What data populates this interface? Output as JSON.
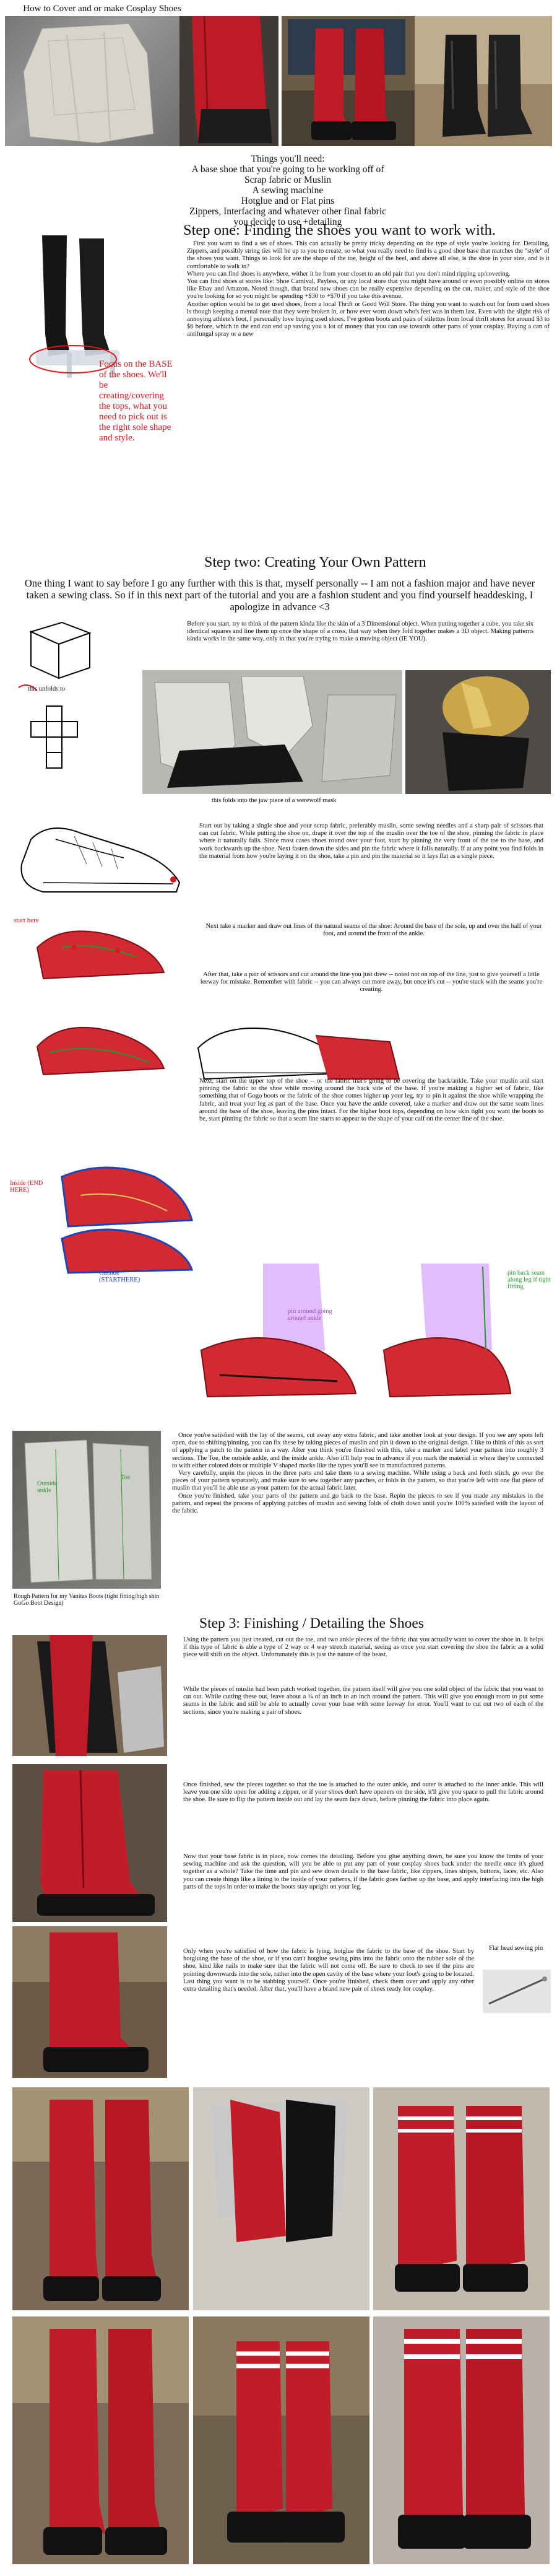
{
  "title": "How to Cover and or make Cosplay Shoes",
  "things_needed": {
    "heading": "Things you'll need:",
    "items": [
      "A base shoe that you're going to be working off of",
      "Scrap fabric or Muslin",
      "A sewing machine",
      "Hotglue and or Flat pins",
      "Zippers, Interfacing and whatever other final fabric you decide to use +detailing"
    ]
  },
  "step1": {
    "heading": "Step one: Finding the shoes you want to work with.",
    "focus_note": "Focus on the BASE of the shoes. We'll be creating/covering the tops, what you need to pick out is the right sole shape and style.",
    "paragraphs": [
      "First you want to find a set of shoes. This can actually be pretty tricky depending on the type of style you're looking for. Detailing, Zippers, and possibly string ties will be up to you to create, so what you really need to find is a good shoe base that matches the \"style\" of the shoes you want. Things to look for are the shape of the toe, height of the heel, and above all else, is the shoe in your size, and is it comfortable to walk in?",
      "Where you can find shoes is anywhere, wither it be from your closet to an old pair that you don't mind ripping up/covering.",
      "You can find shoes at stores like: Shoe Carnival, Payless, or any local store that you might have around or even possibly online on stores like Ebay and Amazon. Noted though, that brand new shoes can be really expensive depending on the cut, maker, and style of the shoe you're looking for so you might be spending +$30 to +$70 if you take this avenue.",
      "Another option would be to get used shoes, from a local Thrift or Good Will Store. The thing you want to watch out for from used shoes is though keeping a mental note that they were broken in, or how ever worn down who's feet was in them last. Even with the slight risk of annoying athlete's foot, I personally love buying used shoes. I've gotten boots and pairs of stilettos from local thrift stores for around $3 to $6 before, which in the end can end up saving you a lot of money that you can use towards other parts of your cosplay. Buying a can of antifungal spray or a new"
    ]
  },
  "step2": {
    "heading": "Step two: Creating Your Own Pattern",
    "intro": "One thing I want to say before I go any further with this is that, myself personally -- I am not a fashion major and have never taken a sewing class. So if in this next part of the tutorial and you are a fashion student and you find yourself headdesking, I apologize in advance <3",
    "cube_caption": "this unfolds to",
    "mask_caption": "this folds into the jaw piece of a werewolf mask",
    "para_cube": "Before you start, try to think of the pattern kinda like the skin of a 3 Dimensional object. When putting together a cube, you take six identical squares and line them up once the shape of a cross, that way when they fold together makes a 3D object. Making patterns kinda works in the same way, only in that you're trying to make a moving object (IE YOU).",
    "para_start": "Start out by taking a single shoe and your scrap fabric, preferably muslin, some sewing needles and a sharp pair of scissors that can cut fabric. While putting the shoe on, drape it over the top of the muslin over the toe of the shoe, pinning the fabric in place where it naturally falls. Since most cases shoes round over your foot, start by pinning the very front of the toe to the base, and work backwards up the shoe. Next fasten down the sides and pin the fabric where it falls naturally. If at any point you find folds in the material from how you're laying it on the shoe, take a pin and pin the material so it lays flat as a single piece.",
    "start_here": "start here",
    "para_marker": "Next take a marker and draw out lines of the natural seams of the shoe: Around the base of the sole, up and over the half of your foot, and around the front of the ankle.",
    "para_cut": "After that, take a pair of scissors and cut around the line you just drew -- noted not on top of the line, just to give yourself a little leeway for mistake. Remember with fabric -- you can always cut more away, but once it's cut -- you're stuck with the seams you're creating.",
    "para_upper": "Next, start on the upper top of the shoe -- or the fabric that's going to be covering the back/ankle. Take your muslin and start pinning the fabric to the shoe while moving around the back side of the base. If you're making a higher set of fabric, like something that of Gogo boots or the fabric of the shoe comes higher up your leg, try to pin it against the shoe while wrapping the fabric, and treat your leg as part of the base. Once you have the ankle covered, take a marker and draw out the same seam lines around the base of the shoe, leaving the pins intact. For the higher boot tops, depending on how skin tight you want the boots to be, start pinning the fabric so that a seam line starts to appear to the shape of your calf on the center line of the shoe.",
    "label_inside": "Inside (END HERE)",
    "label_outside": "Outside (STARTHERE)",
    "label_pin_around": "pin around going around ankle",
    "label_pin_back": "pin back seam along leg if tight fitting",
    "para_satisfied": "Once you're satisfied with the lay of the seams, cut away any extra fabric, and take another look at your design. If you see any spots left open, due to shifting/pinning, you can fix these by taking pieces of muslin and pin it down to the original design. I like to think of this as sort of applying a patch to the pattern in a way. After you think you're finished with this, take a marker and label your pattern into roughly 3 sections. The Toe, the outside ankle, and the inside ankle. Also it'll help you in advance if you mark the material in where they're connected to with either colored dots or multiple V shaped marks like the types you'll see in manufactured patterns.",
    "para_carefully": "Very carefully, unpin the pieces in the three parts and take them to a sewing machine. While using a back and forth stitch, go over the pieces of your pattern separately, and make sure to sew together any patches, or folds in the pattern, so that you're left with one flat piece of muslin that you'll be able use as your pattern for the actual fabric later.",
    "para_finished": "Once you're finished, take your parts of the pattern and go back to the base. Repin the pieces to see if you made any mistakes in the pattern, and repeat the process of applying patches of muslin and sewing folds of cloth down until you're 100% satisfied with the layout of the fabric.",
    "label_outside_small": "Outside ankle",
    "label_toe": "Toe",
    "rough_caption": "Rough Pattern for my Vanitas Boots (tight fitting/high shin GoGo Boot Design)"
  },
  "step3": {
    "heading": "Step 3: Finishing / Detailing the Shoes",
    "para_using": "Using the pattern you just created, cut out the toe, and two ankle pieces of the fabric that you actually want to cover the shoe in. It helps if this type of fabric is able a type of 2 way or 4 way stretch material, seeing as once you start covering the shoe the fabric as a solid piece will shift on the object. Unfortunately this is just the nature of the beast.",
    "para_muslin": "While the pieces of muslin had been patch worked together, the pattern itself will give you one solid object of the fabric that you want to cut out. While cutting these out, leave about a ¼ of an inch to an inch around the pattern. This will give you enough room to put some seams in the fabric and still be able to actually cover your base with some leeway for error. You'll want to cut out two of each of the sections, since you're making a pair of shoes.",
    "para_finished": "Once finished, sew the pieces together so that the toe is attached to the outer ankle, and outer is attached to the inner ankle. This will leave you one side open for adding a zipper, or if your shoes don't have openers on the side, it'll give you space to pull the fabric around the shoe. Be sure to flip the pattern inside out and lay the seam face down, before pinning the fabric into place again.",
    "para_base": "Now that your base fabric is in place, now comes the detailing. Before you glue anything down, be sure you know the limits of your sewing machine and ask the question, will you be able to put any part of your cosplay shoes back under the needle once it's glued together as a whole? Take the time and pin and sew down details to the base fabric, like zippers, lines stripes, buttons, laces, etc. Also you can create things like a lining to the inside of your patterns, if the fabric goes farther up the base, and apply interfacing into the high parts of the tops in order to make the boots stay upright on your leg.",
    "para_only": "Only when you're satisfied of how the fabric is lying, hotglue the fabric to the base of the shoe. Start by hotgluing the base of the shoe, or if you can't hotglue sewing pins into the fabric onto the rubber sole of the shoe, kind like nails to make sure that the fabric will not come off. Be sure to check to see if the pins are pointing downwards into the sole, rather into the open cavity of the base where your foot's going to be located. Last thing you want is to be stabbing yourself. Once you're finished, check them over and apply any other extra detailing that's needed. After that, you'll have a brand new pair of shoes ready for cosplay.",
    "flat_pins_label": "Flat head sewing pin"
  },
  "colors": {
    "red_text": "#e0151a",
    "green_text": "#1e9c2a",
    "purple_text": "#a34fd0",
    "blue_text": "#1a44b8",
    "fabric_red": "#c01a26",
    "sole_black": "#111111"
  }
}
